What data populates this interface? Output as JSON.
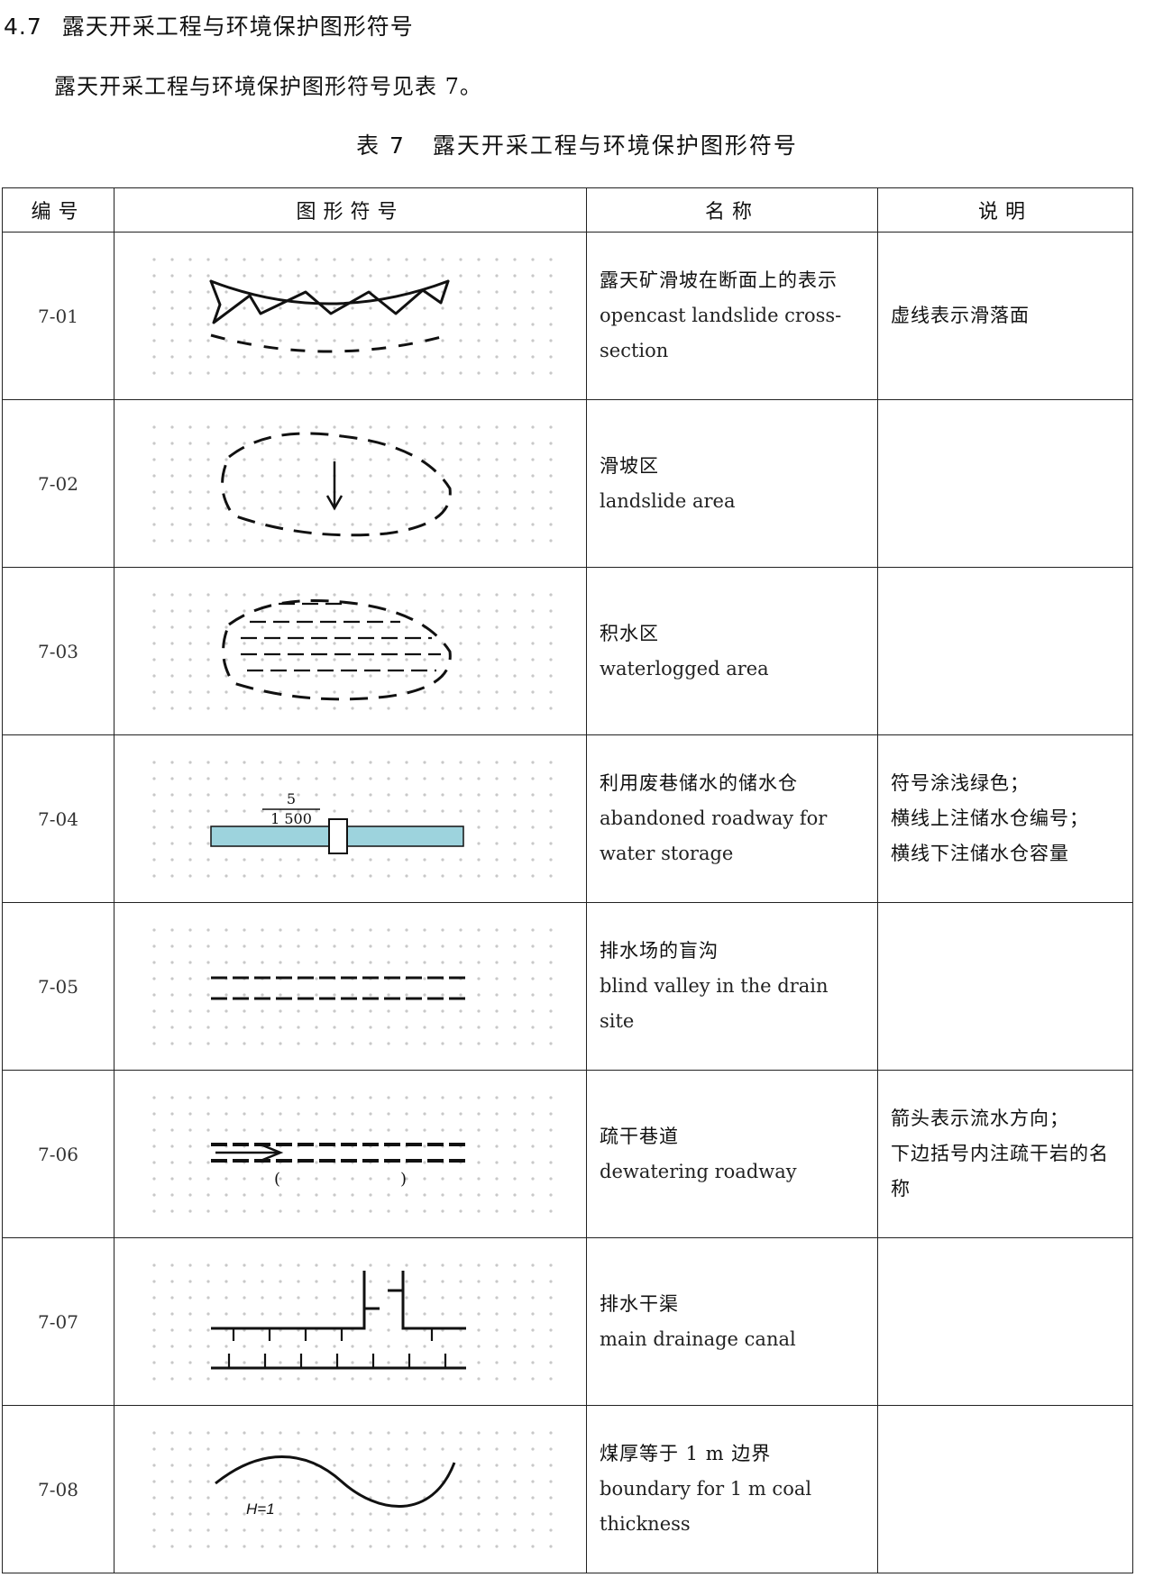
{
  "section": {
    "number": "4.7",
    "title": "露天开采工程与环境保护图形符号"
  },
  "intro": "露天开采工程与环境保护图形符号见表 7。",
  "table": {
    "number": "表 7",
    "title": "露天开采工程与环境保护图形符号",
    "headers": {
      "code": "编号",
      "symbol": "图形符号",
      "name": "名称",
      "note": "说明"
    },
    "rows": [
      {
        "code": "7-01",
        "name_zh": "露天矿滑坡在断面上的表示",
        "name_en": "opencast landslide cross-section",
        "symbol_icon": "landslide-cross-section-icon",
        "notes": [
          "虚线表示滑落面"
        ]
      },
      {
        "code": "7-02",
        "name_zh": "滑坡区",
        "name_en": "landslide area",
        "symbol_icon": "landslide-area-icon",
        "notes": []
      },
      {
        "code": "7-03",
        "name_zh": "积水区",
        "name_en": "waterlogged area",
        "symbol_icon": "waterlogged-area-icon",
        "notes": []
      },
      {
        "code": "7-04",
        "name_zh": "利用废巷储水的储水仓",
        "name_en": "abandoned roadway for water storage",
        "symbol_icon": "water-storage-roadway-icon",
        "notes": [
          "符号涂浅绿色；",
          "横线上注储水仓编号；",
          "横线下注储水仓容量"
        ]
      },
      {
        "code": "7-05",
        "name_zh": "排水场的盲沟",
        "name_en": "blind valley in the drain site",
        "symbol_icon": "blind-valley-icon",
        "notes": []
      },
      {
        "code": "7-06",
        "name_zh": "疏干巷道",
        "name_en": "dewatering roadway",
        "symbol_icon": "dewatering-roadway-icon",
        "notes": [
          "箭头表示流水方向；",
          "下边括号内注疏干岩的名称"
        ]
      },
      {
        "code": "7-07",
        "name_zh": "排水干渠",
        "name_en": "main drainage canal",
        "symbol_icon": "main-drainage-canal-icon",
        "notes": []
      },
      {
        "code": "7-08",
        "name_zh": "煤厚等于 1 m 边界",
        "name_en": "boundary for 1 m coal thickness",
        "symbol_icon": "coal-thickness-boundary-icon",
        "notes": []
      }
    ],
    "symbol_labels": {
      "storage_number": "5",
      "storage_capacity": "1 500",
      "coal_thickness_label": "H=1",
      "dewatering_paren_open": "(",
      "dewatering_paren_close": ")"
    },
    "colors": {
      "storage_fill": "#9dd3dd",
      "dot_grid": "#c8c8c8",
      "line": "#111111"
    }
  }
}
